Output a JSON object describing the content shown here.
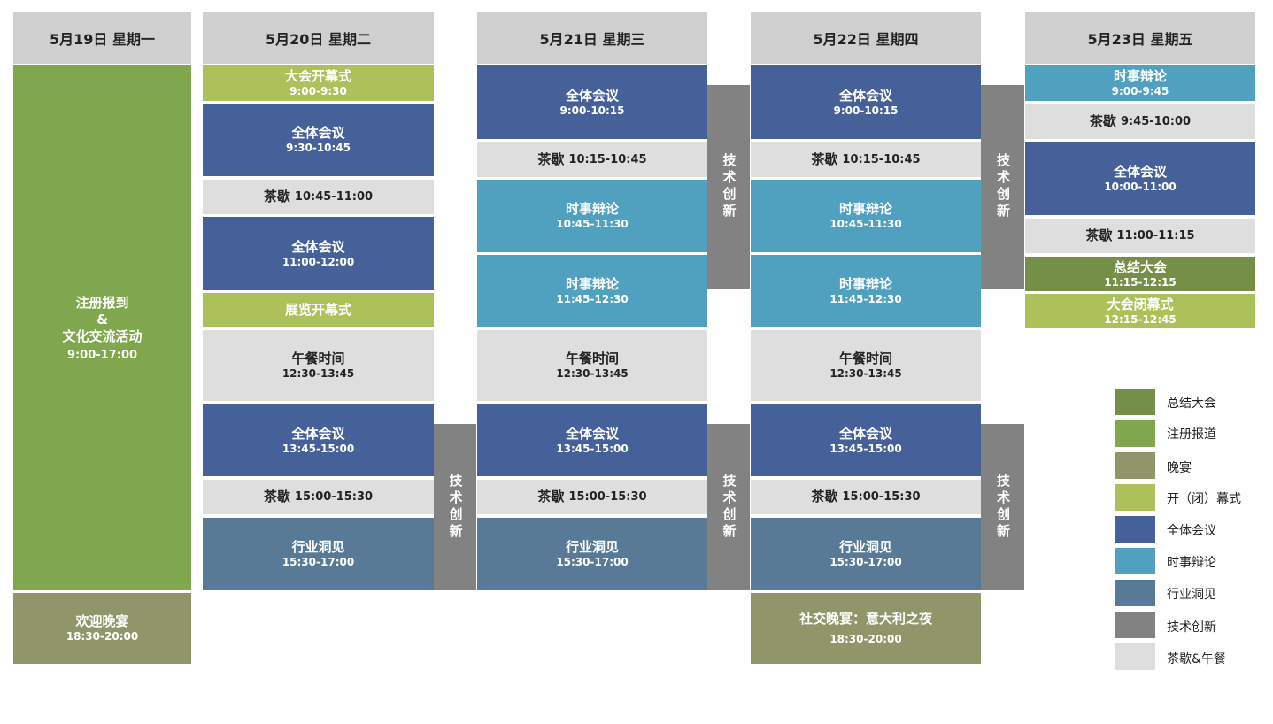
{
  "days": [
    "5月19日 星期一",
    "5月20日 星期二",
    "5月21日 星期三",
    "5月22日 星期四",
    "5月23日 星期五"
  ],
  "sessions": {
    "registration": "注册报到",
    "amp": "&",
    "culture": "文化交流活动",
    "reg_time": "9:00-17:00",
    "welcome": "欢迎晚宴",
    "welcome_time": "18:30-20:00",
    "opening": "大会开幕式",
    "opening_time": "9:00-9:30",
    "plenary": "全体会议",
    "tea": "茶歇",
    "expo": "展览开幕式",
    "lunch": "午餐时间",
    "lunch_time": "12:30-13:45",
    "debate": "时事辩论",
    "insight": "行业洞见",
    "tech": "技术创新",
    "summary": "总结大会",
    "summary_time": "11:15-12:15",
    "closing": "大会闭幕式",
    "closing_time": "12:15-12:45",
    "social": "社交晚宴：意大利之夜",
    "social_time": "18:30-20:00",
    "t_930_1045": "9:30-10:45",
    "t_1045_1100": "10:45-11:00",
    "t_1100_1200": "11:00-12:00",
    "t_1345_1500": "13:45-15:00",
    "t_1500_1530": "15:00-15:30",
    "t_1530_1700": "15:30-17:00",
    "t_900_1015": "9:00-10:15",
    "t_1015_1045": "10:15-10:45",
    "t_1045_1130": "10:45-11:30",
    "t_1145_1230": "11:45-12:30",
    "t_900_945": "9:00-9:45",
    "t_945_1000": "9:45-10:00",
    "t_1000_1100": "10:00-11:00",
    "t_1100_1115": "11:00-11:15"
  },
  "legend": [
    "总结大会",
    "注册报道",
    "晚宴",
    "开（闭）幕式",
    "全体会议",
    "时事辩论",
    "行业洞见",
    "技术创新",
    "茶歇&午餐"
  ],
  "colors": {
    "summary": "#758f47",
    "registration": "#80a64e",
    "banquet": "#909669",
    "opening": "#adc15a",
    "plenary": "#46609a",
    "debate": "#50a0c0",
    "insight": "#587a96",
    "tech": "#828282",
    "break": "#dedede"
  }
}
